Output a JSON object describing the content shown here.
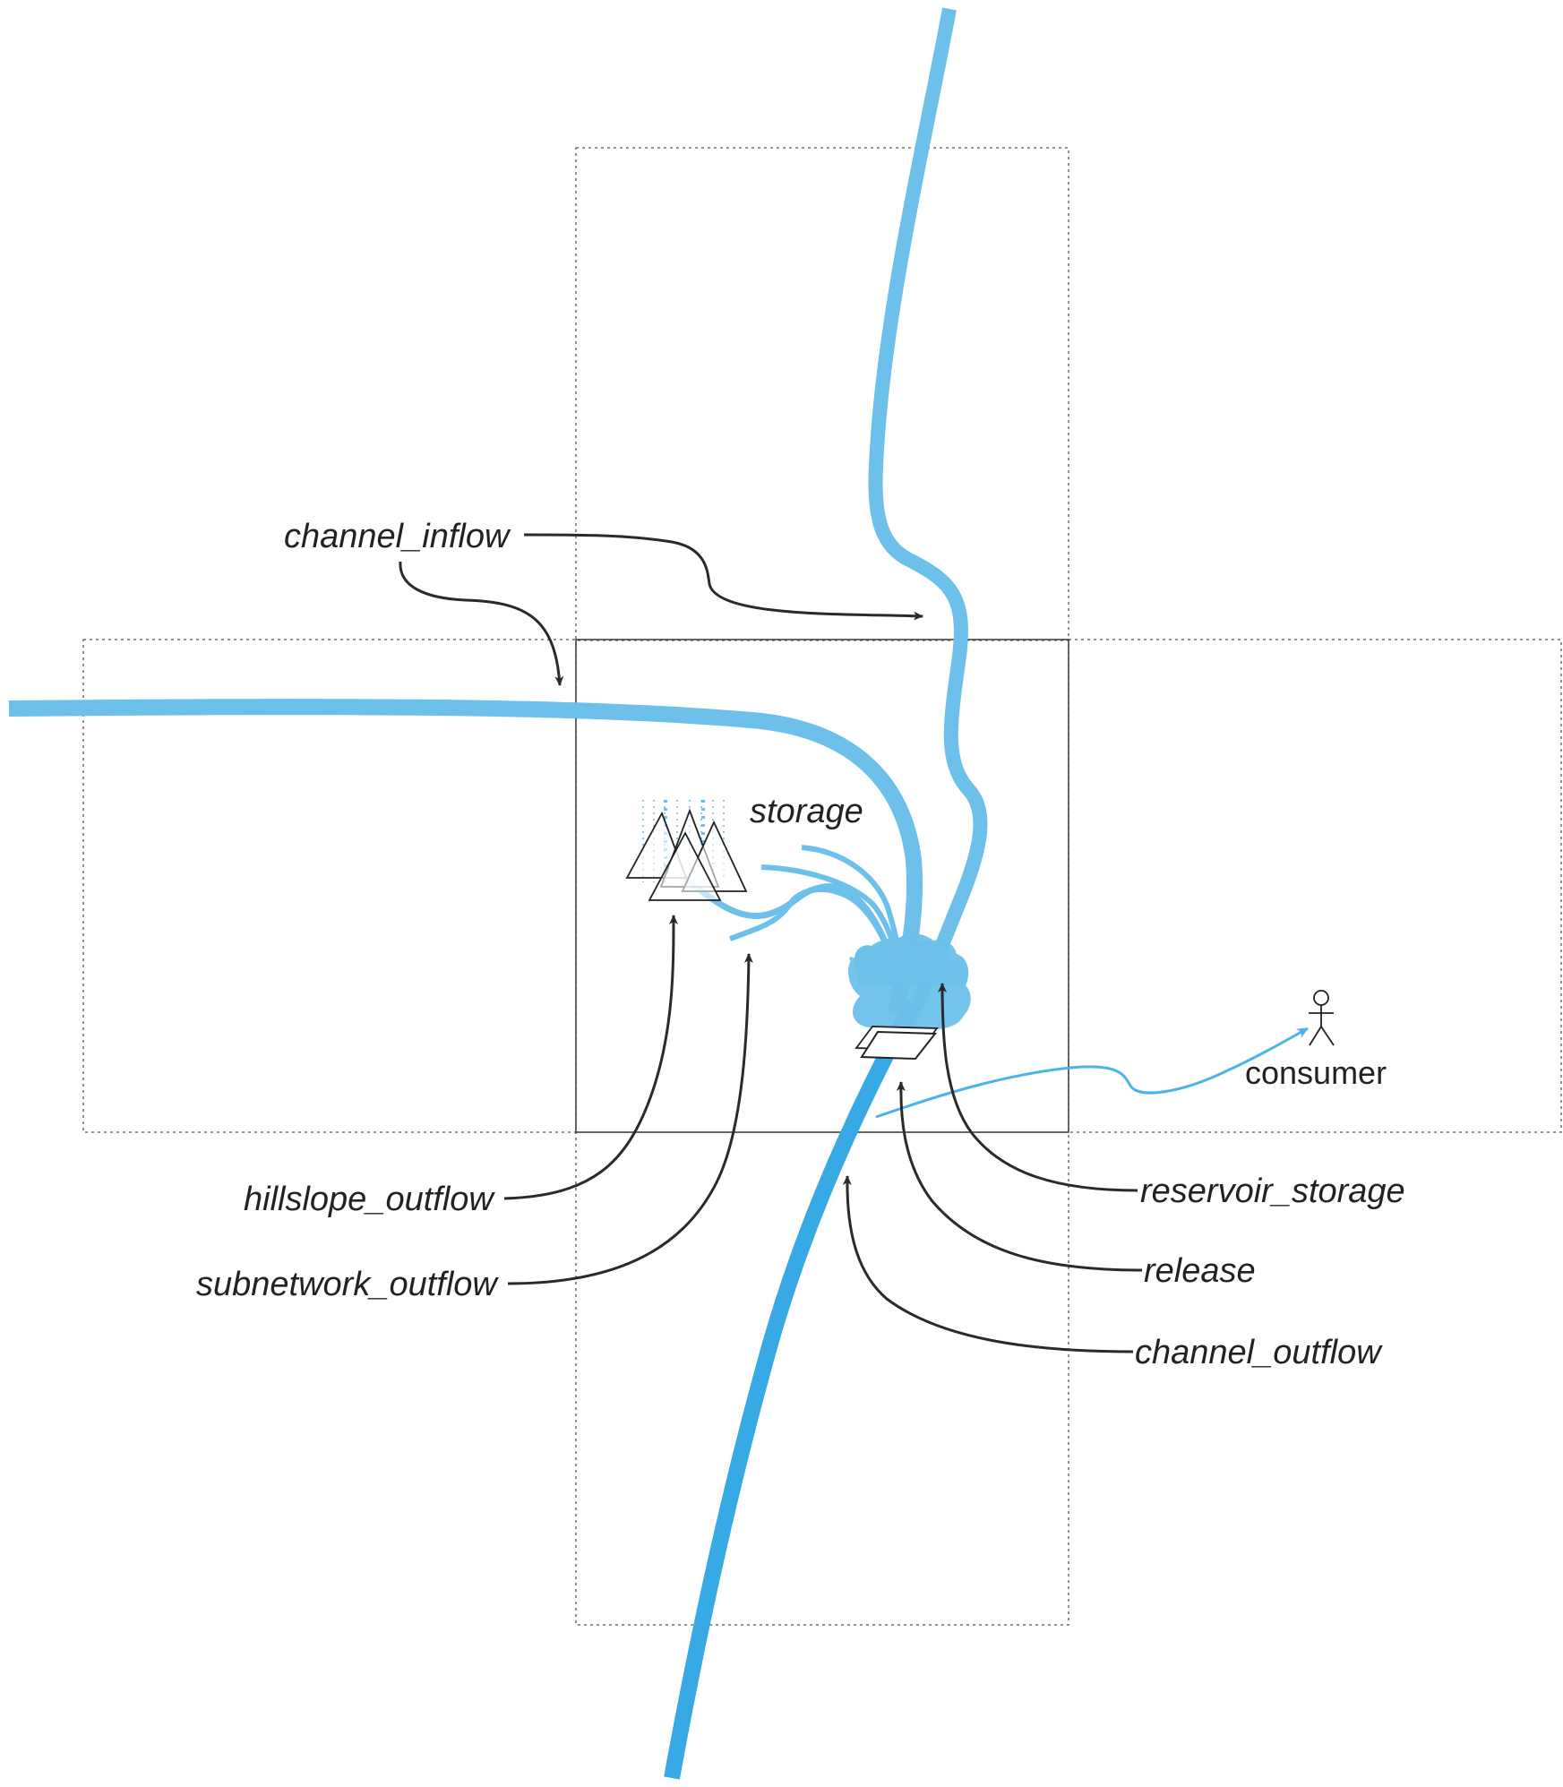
{
  "labels": {
    "channel_inflow": "channel_inflow",
    "storage": "storage",
    "consumer": "consumer",
    "hillslope_outflow": "hillslope_outflow",
    "subnetwork_outflow": "subnetwork_outflow",
    "reservoir_storage": "reservoir_storage",
    "release": "release",
    "channel_outflow": "channel_outflow"
  },
  "colors": {
    "river_light": "#6cc0ea",
    "river_dark": "#37a9e4",
    "rain": "#8ccbf0",
    "arrow": "#2a2a2a",
    "grid": "#555555"
  },
  "icons": {
    "hillslope": "mountain-rain-icon",
    "reservoir": "reservoir-blob-icon",
    "dam": "dam-gate-icon",
    "consumer": "stick-figure-icon"
  }
}
